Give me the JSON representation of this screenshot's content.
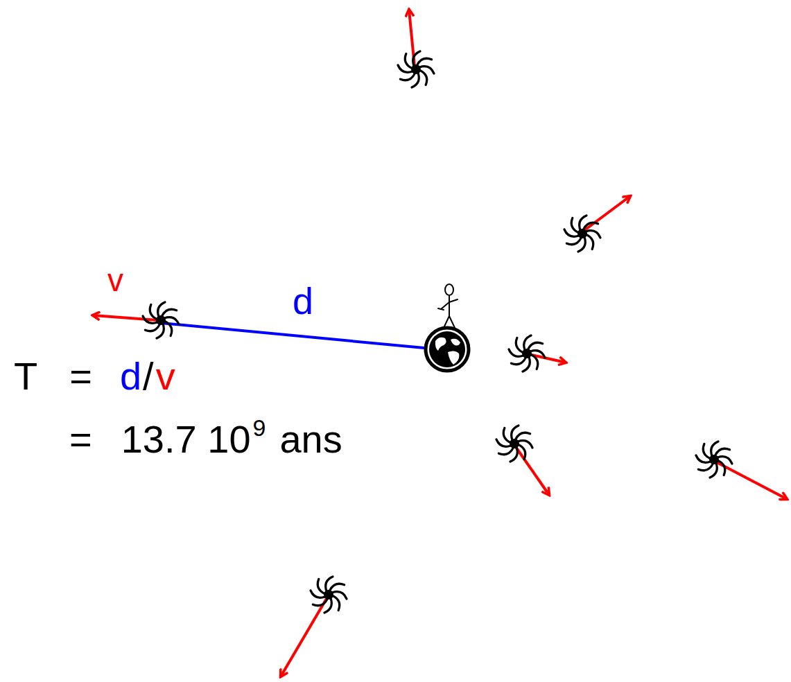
{
  "diagram": {
    "labels": [
      "v",
      "d",
      "T",
      "=",
      "d",
      "/",
      "v",
      "=",
      "13.7 10",
      "9",
      "ans"
    ]
  }
}
